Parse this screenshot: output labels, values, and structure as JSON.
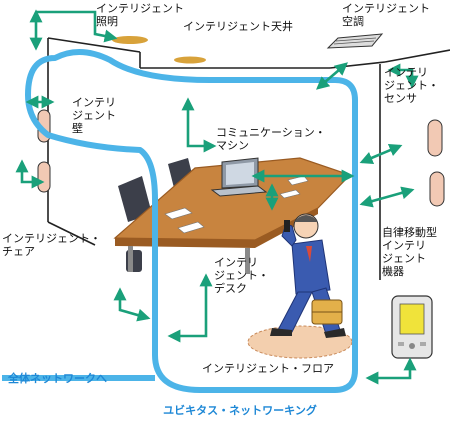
{
  "labels": {
    "lighting": "インテリジェント\n照明",
    "ceiling": "インテリジェント天井",
    "aircon": "インテリジェント\n空調",
    "wall": "インテリ\nジェント\n壁",
    "sensor": "インテリ\nジェント・\nセンサ",
    "comm_machine": "コミュニケーション・\nマシン",
    "chair": "インテリジェント・\nチェア",
    "desk": "インテリ\nジェント・\nデスク",
    "robot": "自律移動型\nインテリ\nジェント\n機器",
    "floor": "インテリジェント・フロア",
    "to_network": "全体ネットワークへ",
    "ubiquitous": "ユビキタス・ネットワーキング"
  },
  "colors": {
    "network_loop": "#4cb4e8",
    "arrow": "#1aa07a",
    "wall_lines": "#222222",
    "table_top": "#c8843f",
    "table_edge": "#9a5b22",
    "fixture": "#d8a23a",
    "suit": "#3a5bb0",
    "floor_spot": "#f3cfae",
    "label_blue": "#1e88d6"
  },
  "icons": {
    "lighting": "ceiling-light-icon",
    "ceiling": "ceiling-light-icon",
    "aircon": "air-conditioner-icon",
    "wall_panels": "wall-panel-icon",
    "sensor_panels": "sensor-panel-icon",
    "laptop": "laptop-icon",
    "chairs": "office-chair-icon",
    "person": "businessman-with-phone-icon",
    "robot": "pda-device-icon"
  }
}
